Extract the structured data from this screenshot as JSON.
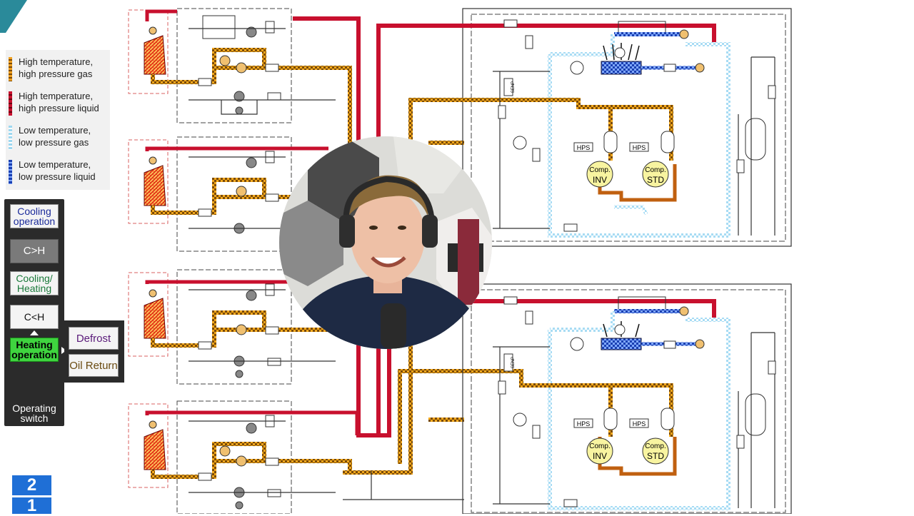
{
  "legend": {
    "items": [
      {
        "line1": "High temperature,",
        "line2": "high pressure gas",
        "color": "#f0a020"
      },
      {
        "line1": "High temperature,",
        "line2": "high pressure liquid",
        "color": "#c8102e"
      },
      {
        "line1": "Low temperature,",
        "line2": "low pressure gas",
        "color": "#9ed8f0"
      },
      {
        "line1": "Low temperature,",
        "line2": "low pressure liquid",
        "color": "#1a3fb0"
      }
    ]
  },
  "operating_switch": {
    "cooling_line1": "Cooling",
    "cooling_line2": "operation",
    "c_to_h": "C>H",
    "cooling_heating_line1": "Cooling/",
    "cooling_heating_line2": "Heating",
    "h_to_c": "C<H",
    "heating_line1": "Heating",
    "heating_line2": "operation",
    "defrost": "Defrost",
    "oil_return": "Oil Return",
    "caption_line1": "Operating",
    "caption_line2": "switch"
  },
  "pages": [
    "2",
    "1"
  ],
  "labels": {
    "hps": "HPS",
    "comp": "Comp.",
    "inv": "INV",
    "std": "STD",
    "sensor": "SENP"
  },
  "colors": {
    "hp_gas": "#f0a020",
    "hp_liquid": "#c8102e",
    "lp_gas": "#9ed8f0",
    "lp_liquid": "#1a3fb0",
    "active_button": "#3fd43f",
    "page_badge": "#1f6fd6"
  }
}
